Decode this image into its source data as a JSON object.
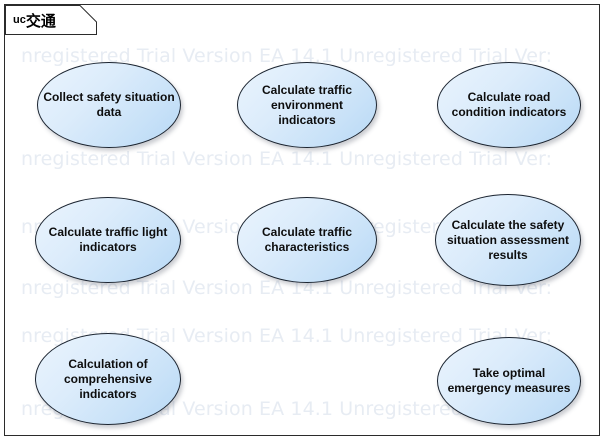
{
  "frame": {
    "stereotype": "uc",
    "name": "交通",
    "title_full": "uc 交通"
  },
  "watermark": {
    "text": "nregistered Trial Version  EA 14.1 Unregistered Trial Ver:",
    "lines": [
      "nregistered Trial Version  EA 14.1 Unregistered Trial Ver:",
      "nregistered Trial Version  EA 14.1 Unregistered Trial Ver:",
      "nregistered Trial Version  EA 14.1 Unregistered Trial Ver:",
      "nregistered Trial Version  EA 14.1 Unregistered Trial Ver:",
      "nregistered Trial Version  EA 14.1 Unregistered Trial Ver:",
      "nregistered Trial Version  EA 14.1 Unregistered Trial Ver:"
    ]
  },
  "use_cases": [
    {
      "id": "collect-safety-situation-data",
      "label": "Collect safety situation data"
    },
    {
      "id": "calculate-traffic-environment-indicators",
      "label": "Calculate traffic environment indicators"
    },
    {
      "id": "calculate-road-condition-indicators",
      "label": "Calculate road condition indicators"
    },
    {
      "id": "calculate-traffic-light-indicators",
      "label": "Calculate traffic light indicators"
    },
    {
      "id": "calculate-traffic-characteristics",
      "label": "Calculate traffic characteristics"
    },
    {
      "id": "calculate-safety-situation-assessment-results",
      "label": "Calculate the safety situation assessment results"
    },
    {
      "id": "calculation-of-comprehensive-indicators",
      "label": "Calculation of comprehensive indicators"
    },
    {
      "id": "take-optimal-emergency-measures",
      "label": "Take optimal emergency measures"
    }
  ],
  "colors": {
    "frame_border": "#2b2b2b",
    "ellipse_border": "#1b2430",
    "ellipse_fill_light": "#eaf4fd",
    "ellipse_fill_dark": "#b7d8f5",
    "label_text": "#0d0d0d",
    "watermark_text": "#e7ecf3",
    "background": "#ffffff"
  }
}
